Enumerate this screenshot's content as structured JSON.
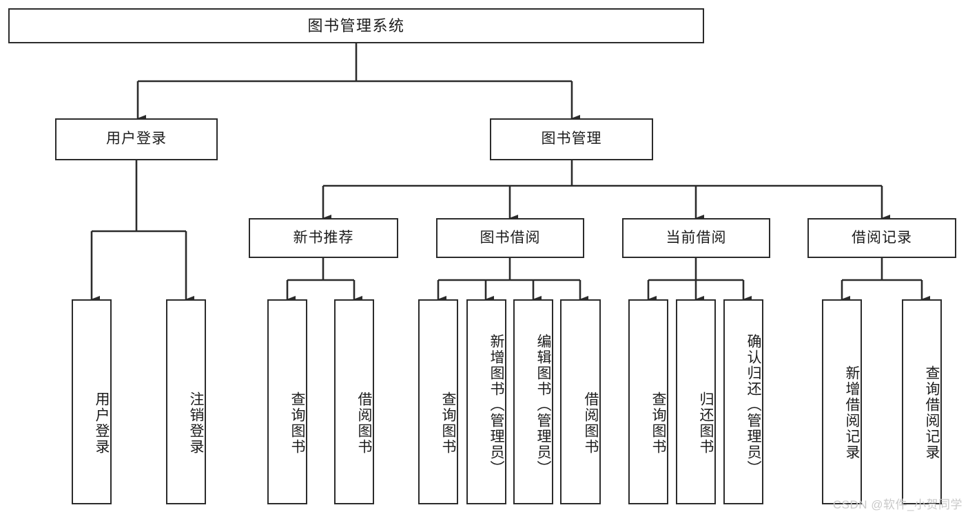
{
  "diagram": {
    "type": "tree",
    "title": "图书管理系统",
    "root": {
      "label": "图书管理系统"
    },
    "level1": [
      {
        "label": "用户登录"
      },
      {
        "label": "图书管理"
      }
    ],
    "level2": [
      {
        "label": "新书推荐",
        "parent": "图书管理"
      },
      {
        "label": "图书借阅",
        "parent": "图书管理"
      },
      {
        "label": "当前借阅",
        "parent": "图书管理"
      },
      {
        "label": "借阅记录",
        "parent": "图书管理"
      }
    ],
    "leaves": [
      {
        "label": "用户登录",
        "parent": "用户登录"
      },
      {
        "label": "注销登录",
        "parent": "用户登录"
      },
      {
        "label": "查询图书",
        "parent": "新书推荐"
      },
      {
        "label": "借阅图书",
        "parent": "新书推荐"
      },
      {
        "label": "查询图书",
        "parent": "图书借阅"
      },
      {
        "label": "新增图书（管理员）",
        "parent": "图书借阅"
      },
      {
        "label": "编辑图书（管理员）",
        "parent": "图书借阅"
      },
      {
        "label": "借阅图书",
        "parent": "图书借阅"
      },
      {
        "label": "查询图书",
        "parent": "当前借阅"
      },
      {
        "label": "归还图书",
        "parent": "当前借阅"
      },
      {
        "label": "确认归还（管理员）",
        "parent": "当前借阅"
      },
      {
        "label": "新增借阅记录",
        "parent": "借阅记录"
      },
      {
        "label": "查询借阅记录",
        "parent": "借阅记录"
      }
    ]
  },
  "watermark": {
    "text": "CSDN @软件_小贺同学"
  },
  "colors": {
    "stroke": "#2b2b2b",
    "fill": "#ffffff",
    "text": "#1c1c1c",
    "watermark": "#c9c9c9"
  }
}
